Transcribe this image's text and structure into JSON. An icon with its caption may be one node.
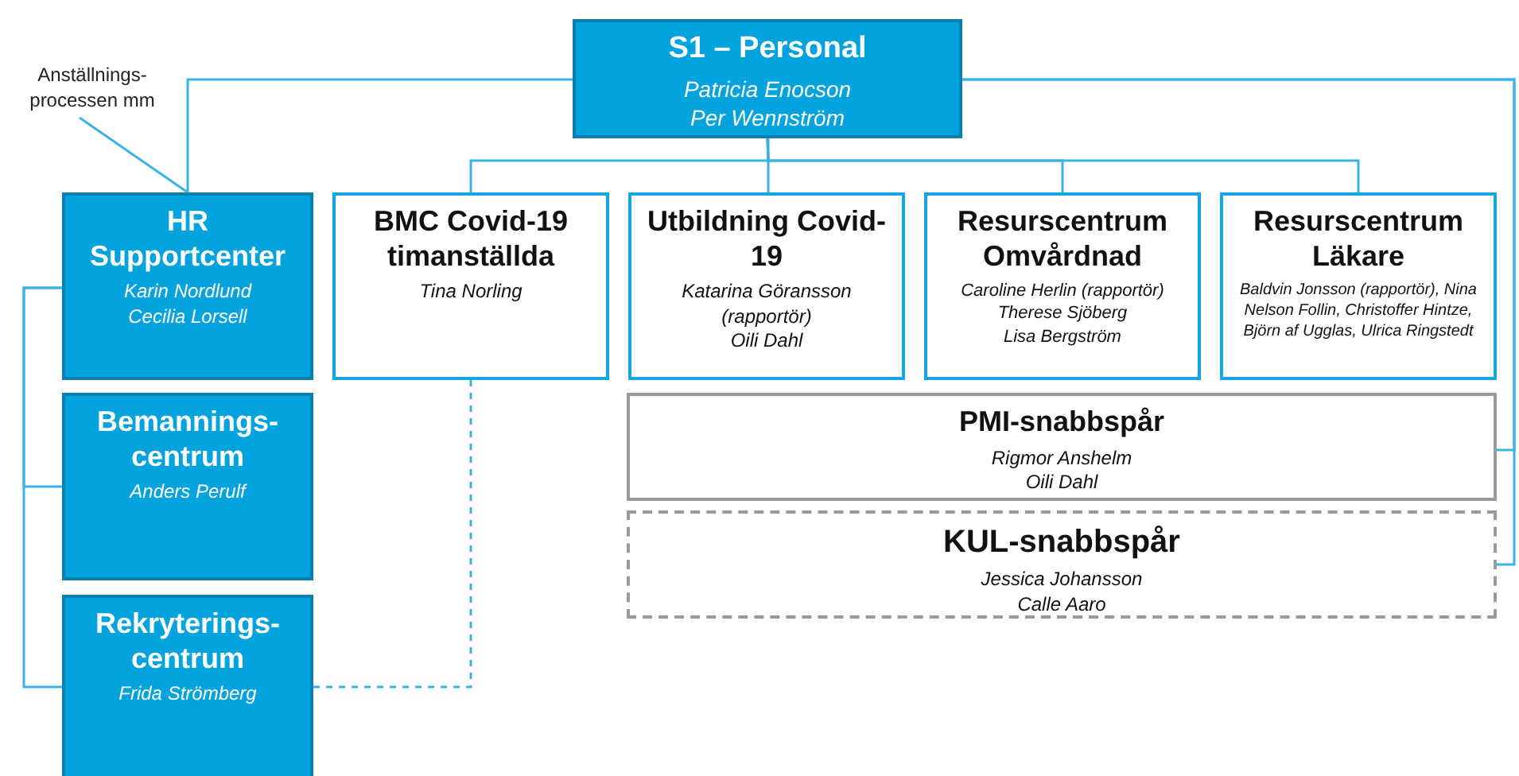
{
  "diagram": {
    "nodes": [
      {
        "text": [
          "S1 – Personal",
          "Patricia Enocson",
          "Per Wennström"
        ]
      },
      {
        "text": [
          "Anställnings- processen mm"
        ]
      },
      {
        "text": [
          "HR Supportcenter",
          "Karin Nordlund",
          "Cecilia Lorsell"
        ]
      },
      {
        "text": [
          "BMC Covid-19 timanställda",
          "Tina Norling"
        ]
      },
      {
        "text": [
          "Utbildning Covid-19",
          "Katarina Göransson (rapportör)",
          "Oili Dahl"
        ]
      },
      {
        "text": [
          "Resurscentrum Omvårdnad",
          "Caroline Herlin (rapportör)",
          "Therese Sjöberg",
          "Lisa Bergström"
        ]
      },
      {
        "text": [
          "Resurscentrum Läkare",
          "Baldvin Jonsson (rapportör), Nina Nelson Follin, Christoffer Hintze, Björn af Ugglas, Ulrica Ringstedt"
        ]
      },
      {
        "text": [
          "PMI-snabbspår",
          "Rigmor Anshelm",
          "Oili Dahl"
        ]
      },
      {
        "text": [
          "KUL-snabbspår",
          "Jessica Johansson",
          "Calle Aaro"
        ]
      },
      {
        "text": [
          "Bemannings- centrum",
          "Anders Perulf"
        ]
      },
      {
        "text": [
          "Rekryterings- centrum",
          "Frida Strömberg"
        ]
      }
    ],
    "edges": [
      {
        "from": 0,
        "to": 2,
        "arrow": "none"
      },
      {
        "from": 0,
        "to": 3,
        "arrow": "none"
      },
      {
        "from": 0,
        "to": 4,
        "arrow": "none"
      },
      {
        "from": 0,
        "to": 5,
        "arrow": "none"
      },
      {
        "from": 0,
        "to": 6,
        "arrow": "none"
      },
      {
        "from": 0,
        "to": 7,
        "arrow": "none"
      },
      {
        "from": 0,
        "to": 8,
        "arrow": "none"
      },
      {
        "from": 1,
        "to": 2,
        "arrow": "none"
      },
      {
        "from": 2,
        "to": 9,
        "arrow": "none"
      },
      {
        "from": 2,
        "to": 10,
        "arrow": "none"
      },
      {
        "from": 3,
        "to": 10,
        "arrow": "none",
        "style": "dashed"
      }
    ]
  }
}
